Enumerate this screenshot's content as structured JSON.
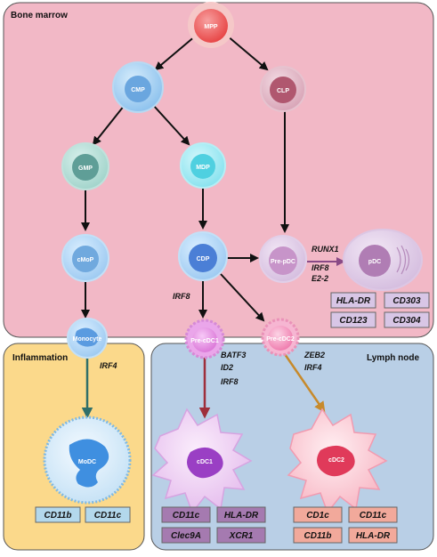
{
  "regions": {
    "bone_marrow": "Bone marrow",
    "inflammation": "Inflammation",
    "lymph_node": "Lymph node"
  },
  "cells": {
    "mpp": "MPP",
    "cmp": "CMP",
    "clp": "CLP",
    "gmp": "GMP",
    "mdp": "MDP",
    "cmop": "cMoP",
    "cdp": "CDP",
    "pre_pdc": "Pre-pDC",
    "pdc": "pDC",
    "monocyte": "Monocyte",
    "pre_cdc1": "Pre-cDC1",
    "pre_cdc2": "Pre-cDC2",
    "modc": "MoDC",
    "cdc1": "cDC1",
    "cdc2": "cDC2"
  },
  "transcription_factors": {
    "pdc": [
      "RUNX1",
      "IRF8",
      "E2-2"
    ],
    "cdp_to_precdc1": "IRF8",
    "monocyte_to_modc": "IRF4",
    "cdc1": [
      "BATF3",
      "ID2",
      "IRF8"
    ],
    "cdc2": [
      "ZEB2",
      "IRF4"
    ]
  },
  "markers": {
    "pdc": [
      "HLA-DR",
      "CD303",
      "CD123",
      "CD304"
    ],
    "modc": [
      "CD11b",
      "CD11c"
    ],
    "cdc1": [
      "CD11c",
      "HLA-DR",
      "Clec9A",
      "XCR1"
    ],
    "cdc2": [
      "CD1c",
      "CD11c",
      "CD11b",
      "HLA-DR"
    ]
  },
  "colors": {
    "bone_marrow_bg": "#f2b8c6",
    "inflammation_bg": "#fbd98b",
    "lymph_node_bg": "#b9cfe6",
    "pdc_marker_box": "#d8c6e6",
    "modc_marker_box": "#b3d8ec",
    "cdc1_marker_box": "#a57ab0",
    "cdc2_marker_box": "#f2a99b",
    "arrow_black": "#111111",
    "arrow_pdc": "#8a4a86",
    "arrow_modc": "#2f6f6a",
    "arrow_cdc1": "#9e2f3b",
    "arrow_cdc2": "#c78a2b"
  }
}
